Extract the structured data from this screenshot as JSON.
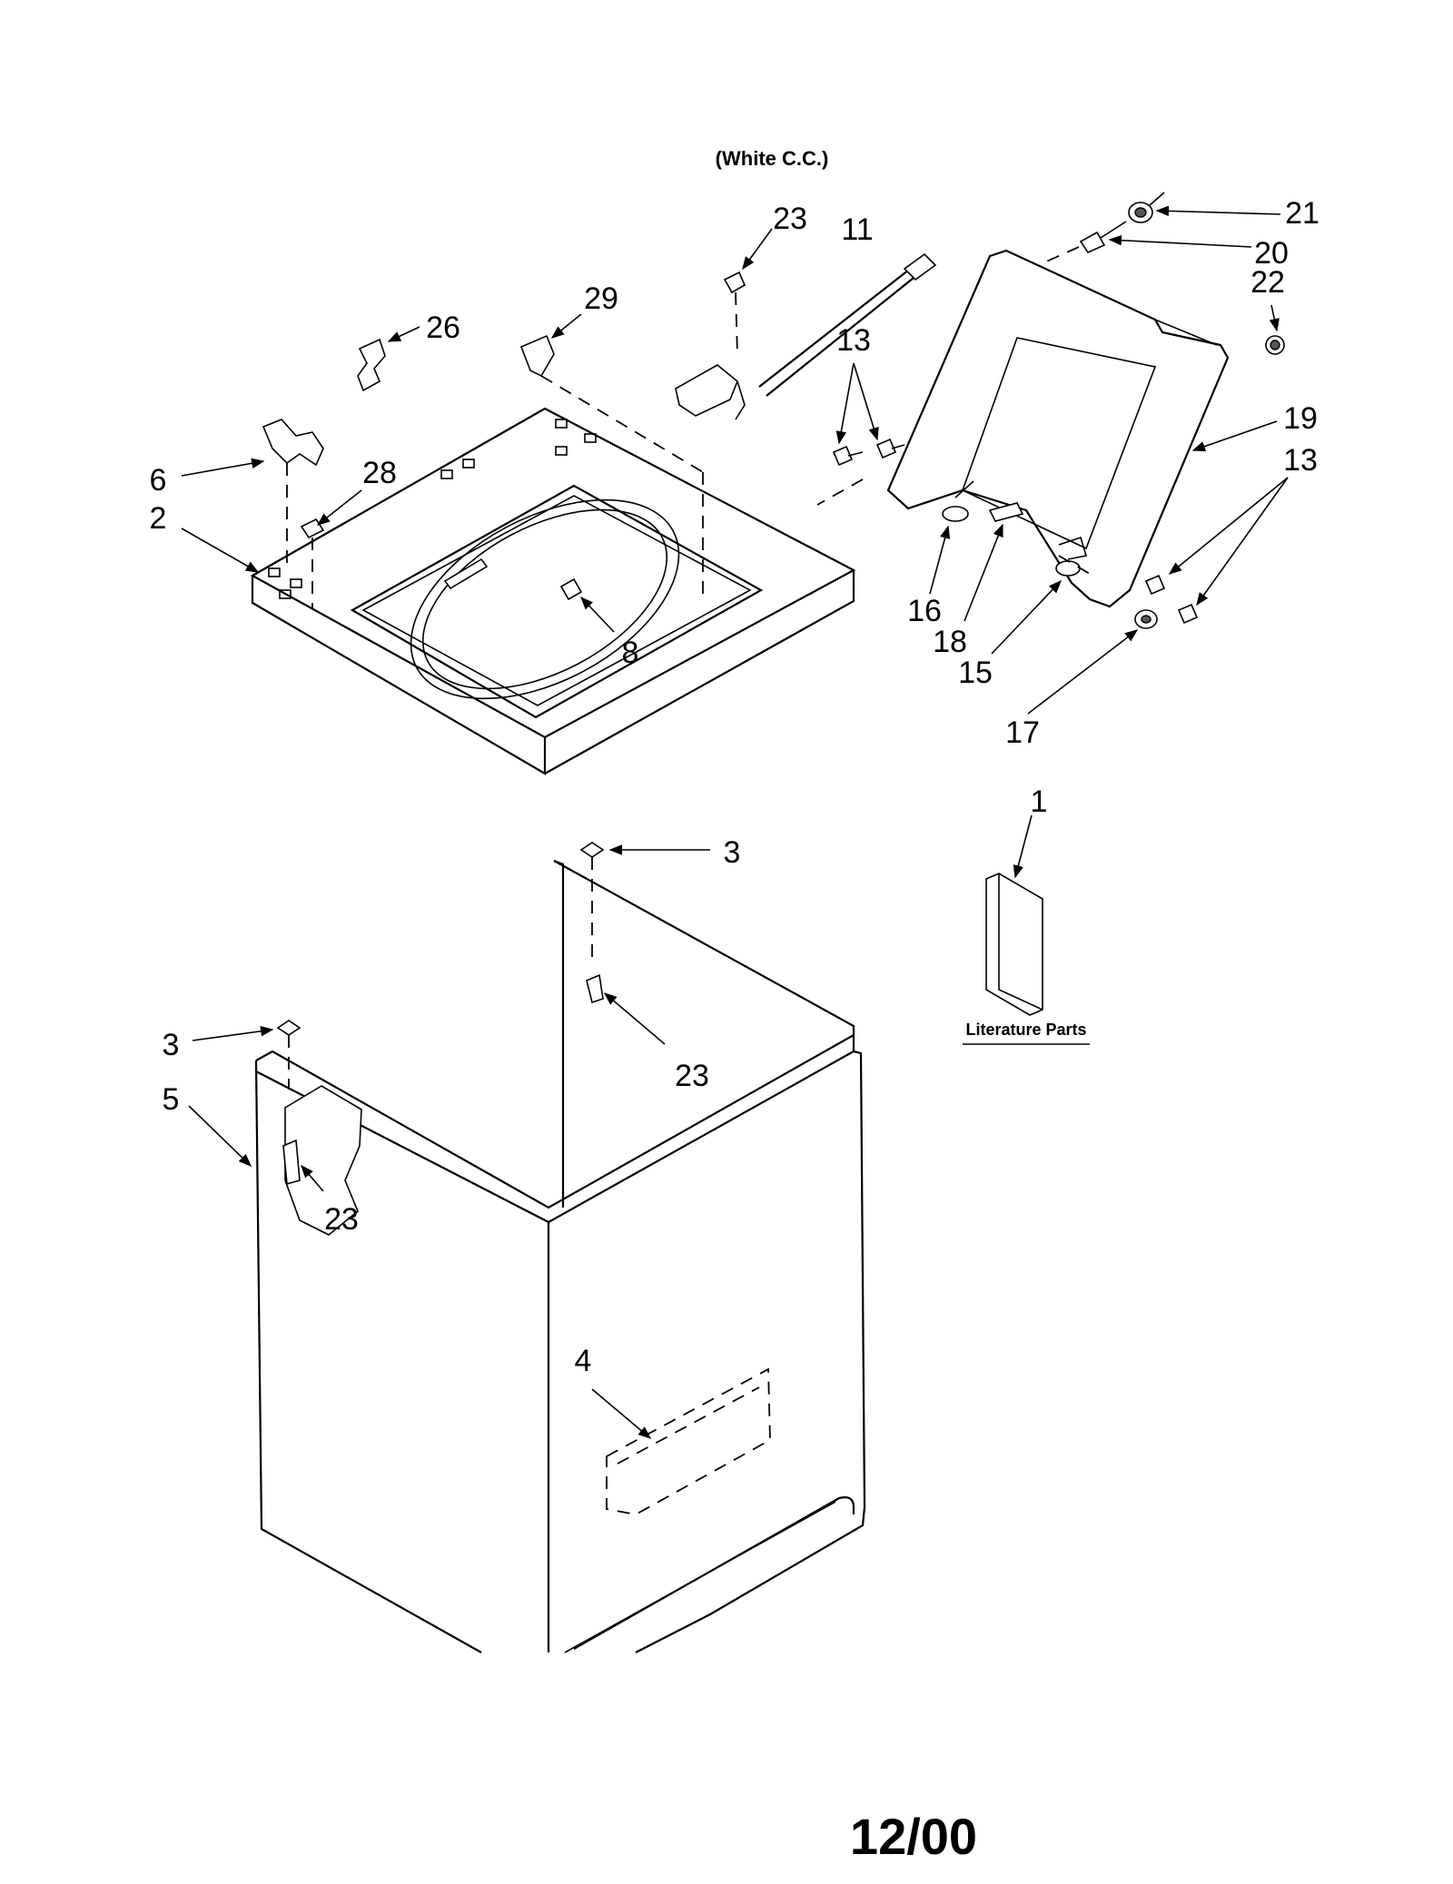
{
  "header_text": "(White C.C.)",
  "literature_label": "Literature Parts",
  "date_code": "12/00",
  "callouts": {
    "c1": "1",
    "c2": "2",
    "c3a": "3",
    "c3b": "3",
    "c4": "4",
    "c5": "5",
    "c6": "6",
    "c8": "8",
    "c11": "11",
    "c13a": "13",
    "c13b": "13",
    "c15": "15",
    "c16": "16",
    "c17": "17",
    "c18": "18",
    "c19": "19",
    "c20": "20",
    "c21": "21",
    "c22": "22",
    "c23a": "23",
    "c23b": "23",
    "c23c": "23",
    "c26": "26",
    "c28": "28",
    "c29": "29"
  }
}
